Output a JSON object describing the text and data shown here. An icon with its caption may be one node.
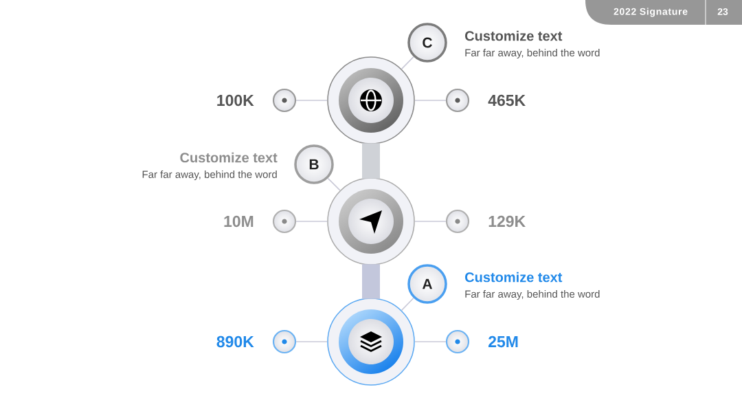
{
  "diagram": {
    "nodes": [
      {
        "text": [
          "C"
        ],
        "beside": [
          "Customize text",
          "Far far away, behind the word"
        ]
      },
      {
        "text": [],
        "shape": "circle",
        "beside": [
          "100K"
        ]
      },
      {
        "text": [],
        "shape": "circle"
      },
      {
        "text": [],
        "shape": "circle",
        "beside": [
          "465K"
        ]
      },
      {
        "text": [
          "B"
        ],
        "beside": [
          "Customize text",
          "Far far away, behind the word"
        ]
      },
      {
        "text": [],
        "shape": "circle",
        "beside": [
          "10M"
        ]
      },
      {
        "text": [],
        "shape": "circle"
      },
      {
        "text": [],
        "shape": "circle",
        "beside": [
          "129K"
        ]
      },
      {
        "text": [
          "A"
        ],
        "beside": [
          "Customize text",
          "Far far away, behind the word"
        ]
      },
      {
        "text": [],
        "shape": "circle",
        "beside": [
          "890K"
        ]
      },
      {
        "text": [],
        "shape": "circle"
      },
      {
        "text": [],
        "shape": "circle",
        "beside": [
          "25M"
        ]
      }
    ],
    "edges": [
      {
        "from": 2,
        "to": 0,
        "arrow": "none"
      },
      {
        "from": 2,
        "to": 1,
        "arrow": "none"
      },
      {
        "from": 2,
        "to": 3,
        "arrow": "none"
      },
      {
        "from": 2,
        "to": 6,
        "arrow": "none",
        "style": "thick",
        "color": "#cfd2d7"
      },
      {
        "from": 6,
        "to": 4,
        "arrow": "none"
      },
      {
        "from": 6,
        "to": 5,
        "arrow": "none"
      },
      {
        "from": 6,
        "to": 7,
        "arrow": "none"
      },
      {
        "from": 6,
        "to": 10,
        "arrow": "none",
        "style": "thick",
        "color": "#c3c7dc"
      },
      {
        "from": 10,
        "to": 8,
        "arrow": "none"
      },
      {
        "from": 10,
        "to": 9,
        "arrow": "none"
      },
      {
        "from": 10,
        "to": 11,
        "arrow": "none"
      }
    ],
    "labels": [
      "2022 Signature",
      "23"
    ]
  }
}
